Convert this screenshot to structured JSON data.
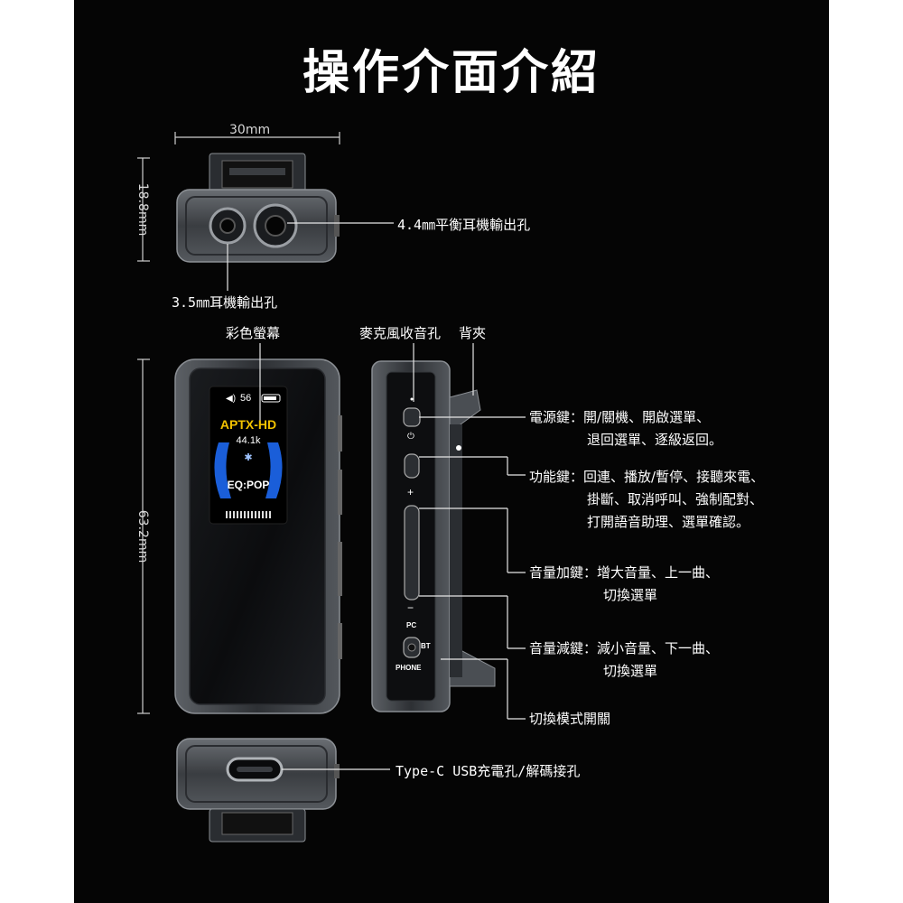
{
  "title": "操作介面介紹",
  "dimensions": {
    "width": "30mm",
    "height_top": "18.8mm",
    "length": "63.2mm"
  },
  "labels": {
    "balanced_jack": "4.4㎜平衡耳機輸出孔",
    "jack_35": "3.5㎜耳機輸出孔",
    "color_screen": "彩色螢幕",
    "mic": "麥克風收音孔",
    "clip": "背夾",
    "type_c": "Type-C USB充電孔/解碼接孔"
  },
  "screen": {
    "volume": "56",
    "codec": "APTX-HD",
    "rate": "44.1k",
    "eq": "EQ:POP"
  },
  "side_marks": {
    "plus": "+",
    "minus": "−",
    "pc": "PC",
    "bt": "BT",
    "phone": "PHONE"
  },
  "buttons": [
    {
      "name": "電源鍵",
      "sep": "：",
      "line1": "開/關機、開啟選單、",
      "line2": "退回選單、逐級返回。"
    },
    {
      "name": "功能鍵",
      "sep": "：",
      "line1": "回連、播放/暫停、接聽來電、",
      "line2": "掛斷、取消呼叫、強制配對、",
      "line3": "打開語音助理、選單確認。"
    },
    {
      "name": "音量加鍵",
      "sep": "：",
      "line1": "增大音量、上一曲、",
      "line2": "切換選單"
    },
    {
      "name": "音量減鍵",
      "sep": "：",
      "line1": "減小音量、下一曲、",
      "line2": "切換選單"
    },
    {
      "name": "切換模式開關",
      "sep": "",
      "line1": ""
    }
  ],
  "colors": {
    "background": "#050505",
    "codec_text": "#f2c200",
    "accent_blue": "#1e6fff"
  }
}
